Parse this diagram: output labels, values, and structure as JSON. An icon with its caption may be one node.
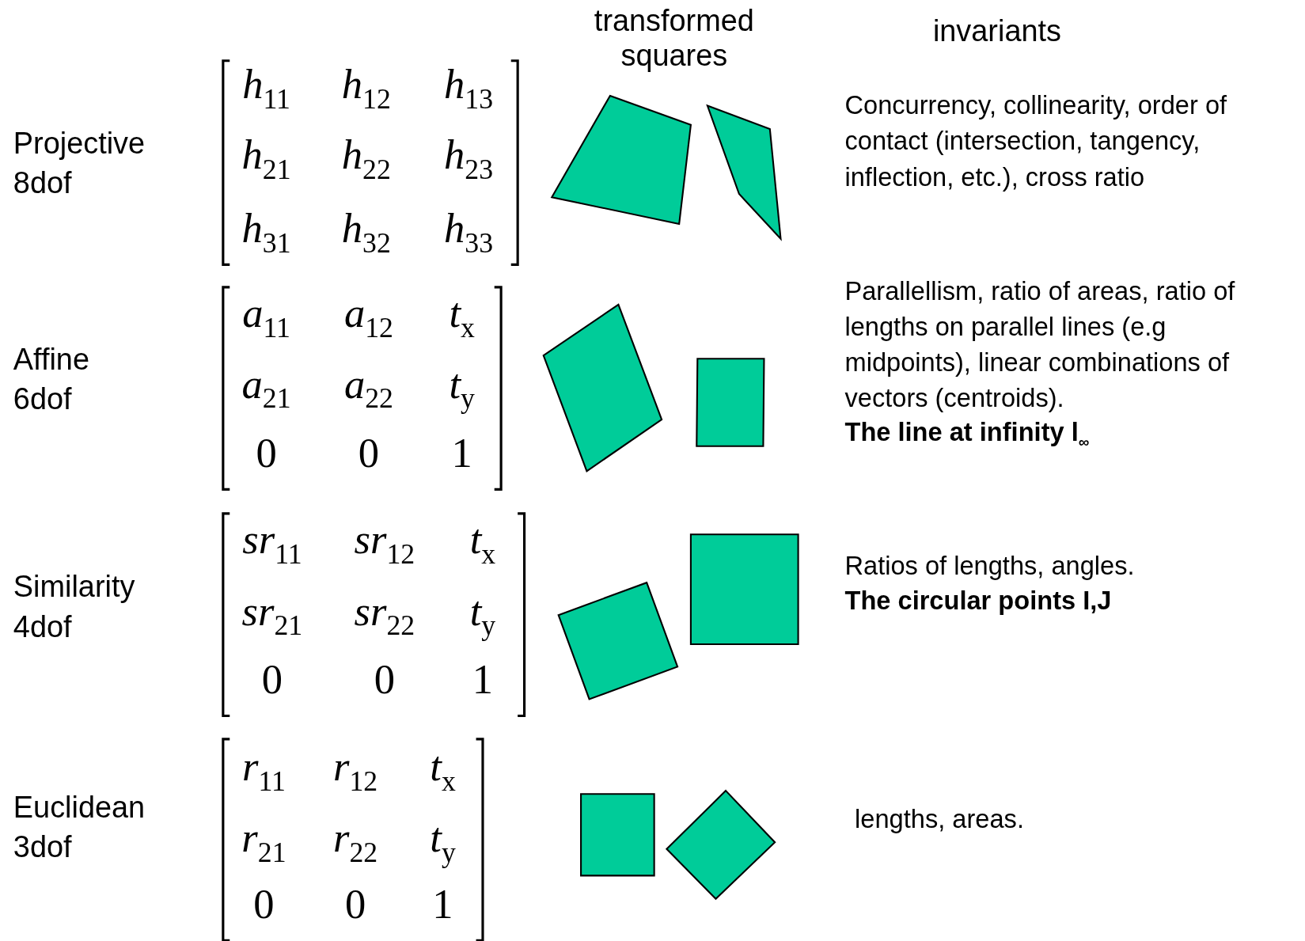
{
  "diagram": {
    "labels": [
      "transformed squares",
      "invariants",
      "Projective 8dof",
      "*h*$_{11}$",
      "*h*$_{12}$",
      "*h*$_{13}$",
      "*h*$_{21}$",
      "*h*$_{22}$",
      "*h*$_{23}$",
      "*h*$_{31}$",
      "*h*$_{32}$",
      "*h*$_{33}$",
      "Concurrency, collinearity, order of contact (intersection, tangency, inflection, etc.), cross ratio",
      "Affine 6dof",
      "*a*$_{11}$",
      "*a*$_{12}$",
      "*t*$_{x}$",
      "*a*$_{21}$",
      "*a*$_{22}$",
      "*t*$_{y}$",
      "0",
      "0",
      "1",
      "Parallellism, ratio of areas, ratio of lengths on parallel lines (e.g midpoints), linear combinations of vectors (centroids).",
      "The line at infinity l$_{∞}$",
      "Similarity 4dof",
      "*sr*$_{11}$",
      "*sr*$_{12}$",
      "*t*$_{x}$",
      "*sr*$_{21}$",
      "*sr*$_{22}$",
      "*t*$_{y}$",
      "0",
      "0",
      "1",
      "Ratios of lengths, angles.",
      "The circular points I,J",
      "Euclidean 3dof",
      "*r*$_{11}$",
      "*r*$_{12}$",
      "*t*$_{x}$",
      "*r*$_{21}$",
      "*r*$_{22}$",
      "*t*$_{y}$",
      "0",
      "0",
      "1",
      "lengths, areas."
    ]
  }
}
